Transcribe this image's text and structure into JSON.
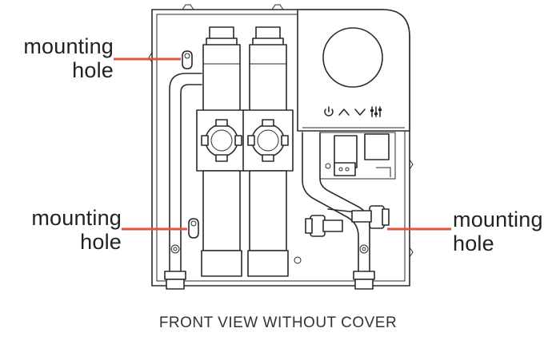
{
  "labels": {
    "top_left": {
      "line1": "mounting",
      "line2": "hole"
    },
    "bottom_left": {
      "line1": "mounting",
      "line2": "hole"
    },
    "bottom_right": {
      "line1": "mounting",
      "line2": "hole"
    }
  },
  "caption": "FRONT VIEW WITHOUT COVER",
  "control_panel": {
    "icons": [
      "power-icon",
      "chevron-up-icon",
      "chevron-down-icon",
      "settings-sliders-icon"
    ]
  },
  "colors": {
    "leader_line": "#e2533f",
    "outline": "#2a2a2a",
    "background": "#ffffff"
  }
}
